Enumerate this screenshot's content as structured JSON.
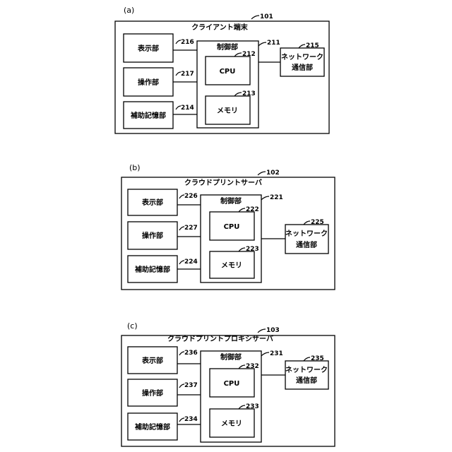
{
  "panels": [
    {
      "caption": "(a)",
      "title": "クライアント端末",
      "ref_outer": "101",
      "display": {
        "label": "表示部",
        "ref": "216"
      },
      "operation": {
        "label": "操作部",
        "ref": "217"
      },
      "storage": {
        "label": "補助記憶部",
        "ref": "214"
      },
      "control": {
        "label": "制御部",
        "ref": "211"
      },
      "cpu": {
        "label": "CPU",
        "ref": "212"
      },
      "memory": {
        "label": "メモリ",
        "ref": "213"
      },
      "network": {
        "label_line1": "ネットワーク",
        "label_line2": "通信部",
        "ref": "215"
      }
    },
    {
      "caption": "(b)",
      "title": "クラウドプリントサーバ",
      "ref_outer": "102",
      "display": {
        "label": "表示部",
        "ref": "226"
      },
      "operation": {
        "label": "操作部",
        "ref": "227"
      },
      "storage": {
        "label": "補助記憶部",
        "ref": "224"
      },
      "control": {
        "label": "制御部",
        "ref": "221"
      },
      "cpu": {
        "label": "CPU",
        "ref": "222"
      },
      "memory": {
        "label": "メモリ",
        "ref": "223"
      },
      "network": {
        "label_line1": "ネットワーク",
        "label_line2": "通信部",
        "ref": "225"
      }
    },
    {
      "caption": "(c)",
      "title": "クラウドプリントプロキシサーバ",
      "ref_outer": "103",
      "display": {
        "label": "表示部",
        "ref": "236"
      },
      "operation": {
        "label": "操作部",
        "ref": "237"
      },
      "storage": {
        "label": "補助記憶部",
        "ref": "234"
      },
      "control": {
        "label": "制御部",
        "ref": "231"
      },
      "cpu": {
        "label": "CPU",
        "ref": "232"
      },
      "memory": {
        "label": "メモリ",
        "ref": "233"
      },
      "network": {
        "label_line1": "ネットワーク",
        "label_line2": "通信部",
        "ref": "235"
      }
    }
  ]
}
